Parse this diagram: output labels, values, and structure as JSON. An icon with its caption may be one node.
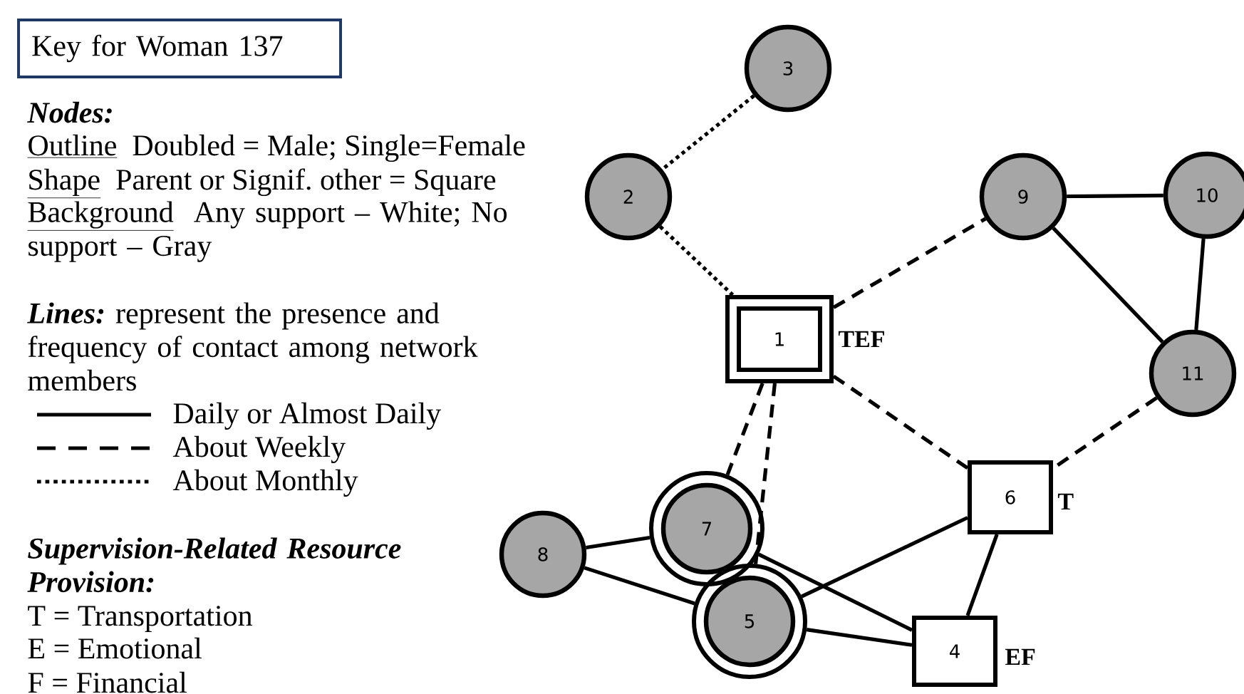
{
  "diagram": {
    "nodes": [
      {
        "text": [
          "Key for Woman 137"
        ]
      },
      {
        "text": [
          "1"
        ],
        "beside": [
          "TEF"
        ]
      },
      {
        "text": [
          "2"
        ]
      },
      {
        "text": [
          "3"
        ]
      },
      {
        "text": [
          "4"
        ],
        "beside": [
          "EF"
        ]
      },
      {
        "text": [
          "5"
        ]
      },
      {
        "text": [
          "6"
        ],
        "beside": [
          "T"
        ]
      },
      {
        "text": [
          "7"
        ]
      },
      {
        "text": [
          "8"
        ]
      },
      {
        "text": [
          "9"
        ]
      },
      {
        "text": [
          "10"
        ]
      },
      {
        "text": [
          "11"
        ]
      }
    ],
    "edges": [
      {
        "from": 3,
        "to": 2,
        "arrow": "none",
        "style": "dashed"
      },
      {
        "from": 2,
        "to": 1,
        "arrow": "none",
        "style": "dashed"
      },
      {
        "from": 1,
        "to": 9,
        "arrow": "none",
        "style": "dashed"
      },
      {
        "from": 9,
        "to": 10,
        "arrow": "none"
      },
      {
        "from": 9,
        "to": 11,
        "arrow": "none"
      },
      {
        "from": 10,
        "to": 11,
        "arrow": "none"
      },
      {
        "from": 11,
        "to": 6,
        "arrow": "none",
        "style": "dashed"
      },
      {
        "from": 1,
        "to": 6,
        "arrow": "none",
        "style": "dashed"
      },
      {
        "from": 1,
        "to": 7,
        "arrow": "none",
        "style": "dashed"
      },
      {
        "from": 1,
        "to": 5,
        "arrow": "none",
        "style": "dashed"
      },
      {
        "from": 8,
        "to": 7,
        "arrow": "none"
      },
      {
        "from": 8,
        "to": 5,
        "arrow": "none"
      },
      {
        "from": 7,
        "to": 4,
        "arrow": "none"
      },
      {
        "from": 5,
        "to": 6,
        "arrow": "none"
      },
      {
        "from": 5,
        "to": 4,
        "arrow": "none"
      },
      {
        "from": 6,
        "to": 4,
        "arrow": "none"
      }
    ],
    "labels": [
      "Nodes:",
      "Outline",
      "Doubled = Male; Single=Female",
      "Shape",
      "Parent or Signif. other = Square",
      "Background",
      "Any support – White; No support – Gray",
      "Lines:",
      "represent the presence and frequency of contact among network members",
      "Supervision-Related Resource Provision:",
      "T = Transportation",
      "E = Emotional",
      "F = Financial"
    ],
    "legend": [
      {
        "text": "Daily or Almost Daily"
      },
      {
        "text": "About Weekly"
      },
      {
        "text": "About Monthly"
      }
    ]
  }
}
